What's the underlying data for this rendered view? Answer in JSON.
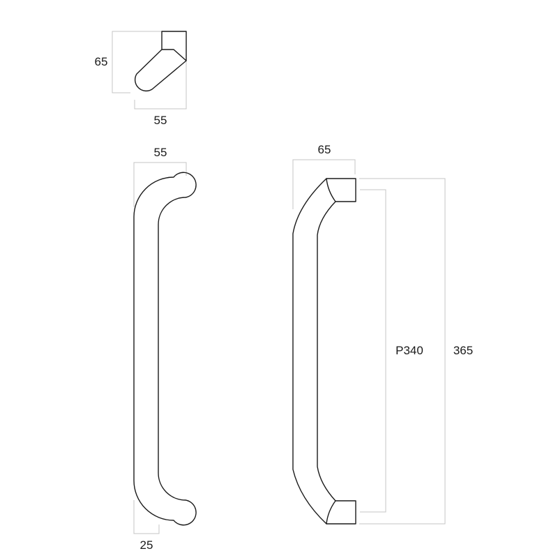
{
  "top_view": {
    "height_label": "65",
    "width_label": "55"
  },
  "front_view": {
    "width_label": "55",
    "diameter_label": "25"
  },
  "side_view": {
    "depth_label": "65",
    "pitch_label": "P340",
    "overall_label": "365"
  },
  "colors": {
    "outline": "#1a1a1a",
    "dimension": "#c4c4c4"
  }
}
